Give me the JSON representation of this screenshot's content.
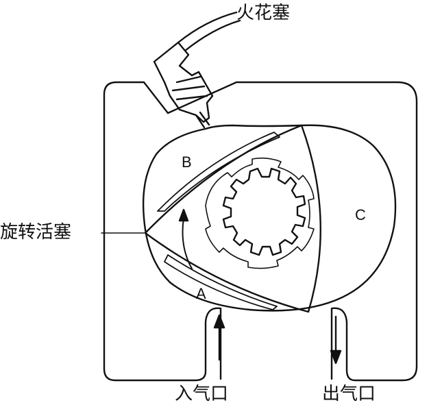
{
  "labels": {
    "spark_plug": "火花塞",
    "rotor": "旋转活塞",
    "intake": "入气口",
    "exhaust": "出气口"
  },
  "chambers": {
    "a": "A",
    "b": "B",
    "c": "C"
  },
  "colors": {
    "line": "#111111",
    "background": "#ffffff"
  }
}
